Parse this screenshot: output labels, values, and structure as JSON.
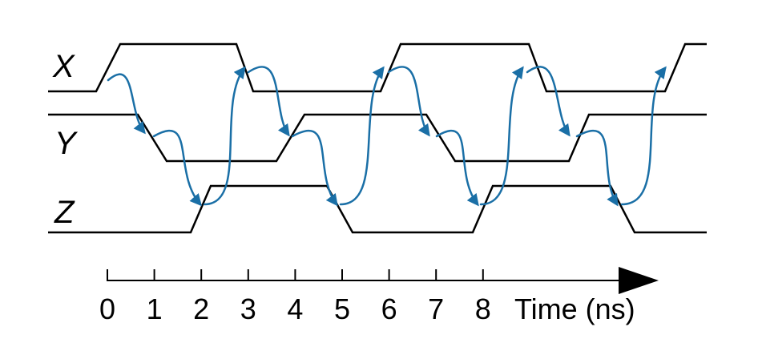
{
  "diagram": {
    "signals": [
      {
        "label": "X",
        "levels": "0-1-0-1-0-1"
      },
      {
        "label": "Y",
        "levels": "1-0-1-0-1"
      },
      {
        "label": "Z",
        "levels": "0-1-0-1-0"
      }
    ],
    "axis": {
      "ticks": [
        "0",
        "1",
        "2",
        "3",
        "4",
        "5",
        "6",
        "7",
        "8"
      ],
      "label": "Time (ns)"
    },
    "colors": {
      "waveform": "#000000",
      "causality_arrows": "#1a6fa6"
    }
  }
}
